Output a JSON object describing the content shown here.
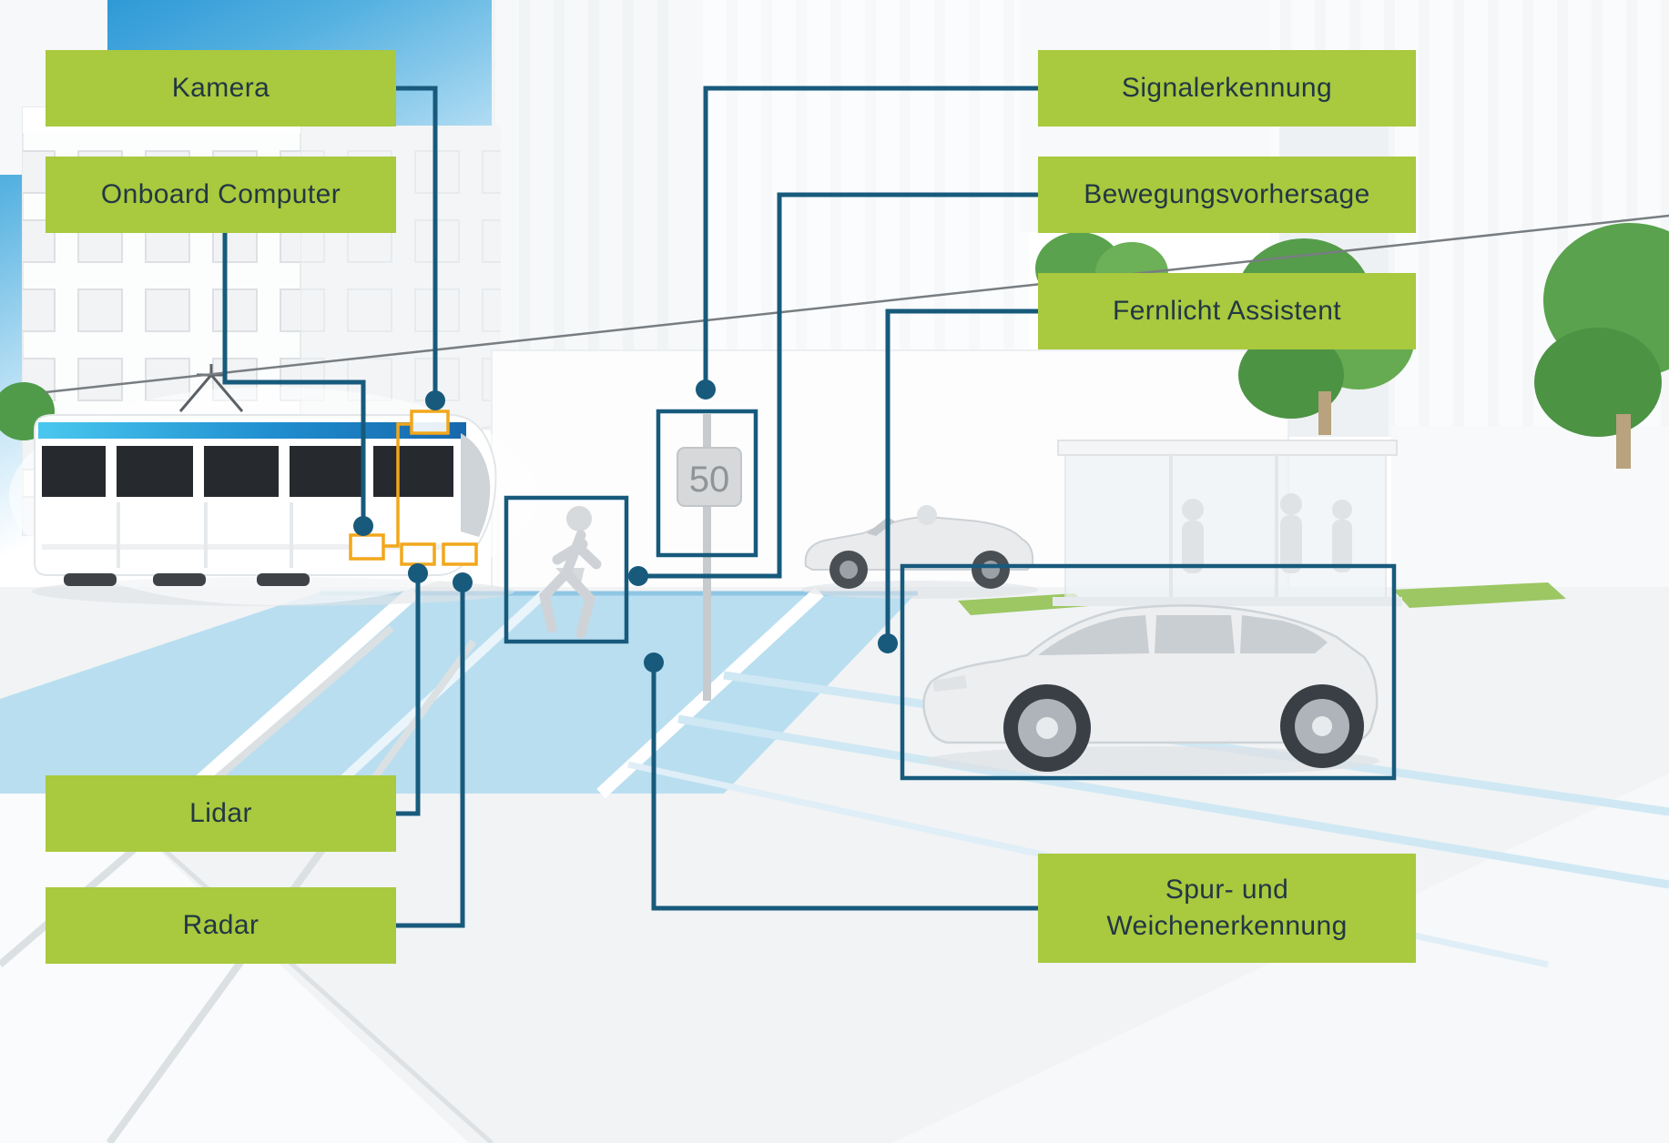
{
  "labels": {
    "kamera": "Kamera",
    "onboard": "Onboard Computer",
    "signal": "Signalerkennung",
    "bewegung": "Bewegungsvorhersage",
    "fernlicht": "Fernlicht Assistent",
    "lidar": "Lidar",
    "radar": "Radar",
    "spur": [
      "Spur- und",
      "Weichenerkennung"
    ]
  },
  "scene": {
    "speed_sign": "50"
  },
  "colors": {
    "label_bg": "#a9c93e",
    "label_text": "#223744",
    "connector_navy": "#175a7c",
    "sensor_outline_yellow": "#f2a71b",
    "sky_blue": "#1e8fd2",
    "crosswalk_blue": "#b9def0",
    "tram_stripe_blue": "#1f8ecf",
    "tree_green": "#559d4a"
  }
}
